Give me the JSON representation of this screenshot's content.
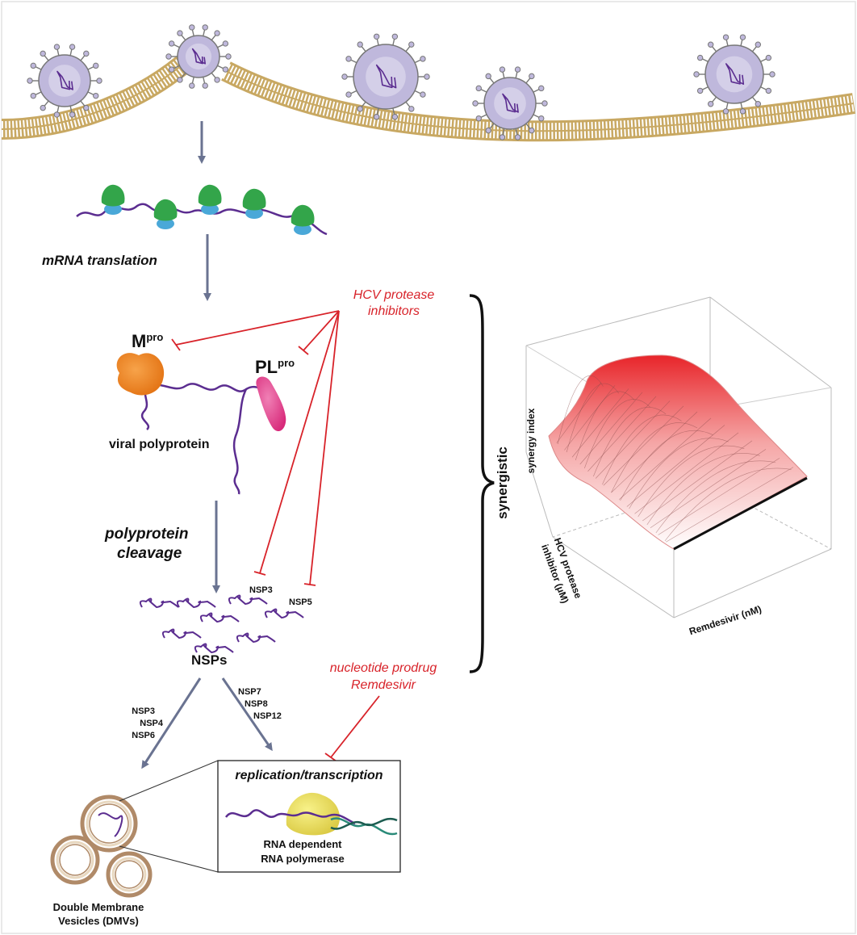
{
  "labels": {
    "mrna_translation": "mRNA translation",
    "hcv_protease_inhibitors_line1": "HCV protease",
    "hcv_protease_inhibitors_line2": "inhibitors",
    "mpro_base": "M",
    "mpro_sup": "pro",
    "plpro_base": "PL",
    "plpro_sup": "pro",
    "viral_polyprotein": "viral polyprotein",
    "polyprotein_cleavage_line1": "polyprotein",
    "polyprotein_cleavage_line2": "cleavage",
    "nsp3_target": "NSP3",
    "nsp5_target": "NSP5",
    "nsps": "NSPs",
    "nsp_left": [
      "NSP3",
      "NSP4",
      "NSP6"
    ],
    "nsp_right": [
      "NSP7",
      "NSP8",
      "NSP12"
    ],
    "nucleotide_prodrug_line1": "nucleotide prodrug",
    "nucleotide_prodrug_line2": "Remdesivir",
    "replication_transcription": "replication/transcription",
    "rdrp_line1": "RNA dependent",
    "rdrp_line2": "RNA polymerase",
    "dmv_line1": "Double Membrane",
    "dmv_line2": "Vesicles (DMVs)",
    "synergistic": "synergistic"
  },
  "surface_plot": {
    "z_label": "synergy index",
    "y_label_line1": "HCV protease",
    "y_label_line2": "inhibitor (μM)",
    "x_label": "Remdesivir (nM)"
  },
  "colors": {
    "arrow": "#6a7391",
    "inhibition": "#d8232a",
    "viral_envelope": "#bfb8dc",
    "viral_rna": "#5b2d90",
    "membrane": "#c8a862",
    "ribosome_large": "#33a54a",
    "ribosome_small": "#4aa8d8",
    "mpro": "#f28b1e",
    "plpro": "#e0408c",
    "rdrp": "#e8e050",
    "dmv": "#b08a68",
    "surface_peak": "#e8252a"
  }
}
